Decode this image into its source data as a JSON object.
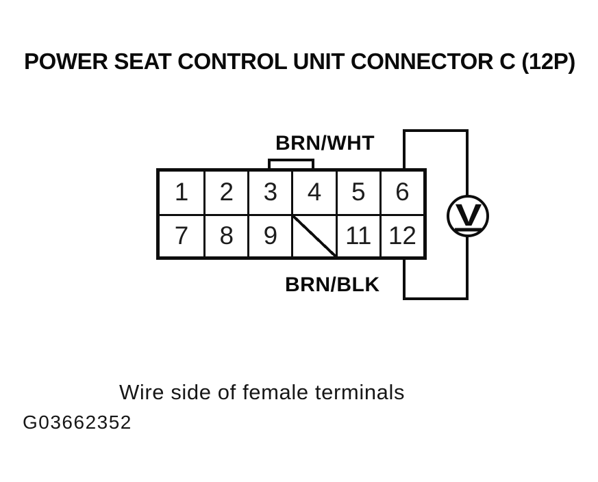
{
  "header": {
    "title": "POWER SEAT CONTROL UNIT CONNECTOR C (12P)"
  },
  "diagram": {
    "labels": {
      "top_wire": "BRN/WHT",
      "bottom_wire": "BRN/BLK"
    },
    "meter": {
      "symbol": "V"
    },
    "connector_pins": [
      "1",
      "2",
      "3",
      "4",
      "5",
      "6",
      "7",
      "8",
      "9",
      "",
      "11",
      "12"
    ]
  },
  "footer": {
    "caption": "Wire side of female terminals",
    "figure_id": "G03662352"
  },
  "colors": {
    "ink": "#0d0d0d",
    "background": "#ffffff"
  }
}
